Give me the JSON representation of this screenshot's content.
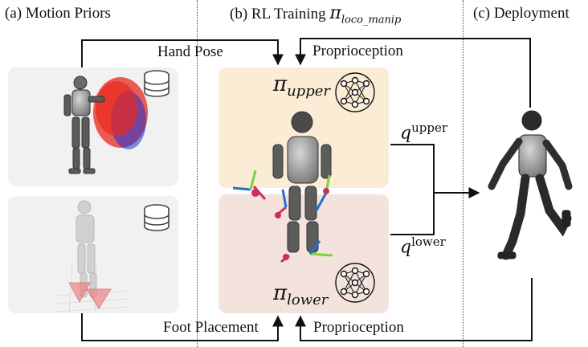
{
  "sections": {
    "motion_priors": "(a) Motion Priors",
    "rl_training_prefix": "(b) RL Training ",
    "rl_training_policy": "π",
    "rl_training_policy_sub": "loco_manip",
    "deployment": "(c) Deployment"
  },
  "flows": {
    "hand_pose": "Hand Pose",
    "foot_placement": "Foot Placement",
    "proprioception_top": "Proprioception",
    "proprioception_bottom": "Proprioception"
  },
  "policies": {
    "upper_symbol": "π",
    "upper_sub": "upper",
    "lower_symbol": "π",
    "lower_sub": "lower"
  },
  "outputs": {
    "q_upper_symbol": "q",
    "q_upper_sup": "upper",
    "q_lower_symbol": "q",
    "q_lower_sup": "lower"
  },
  "colors": {
    "upper_panel": "#fbecd6",
    "lower_panel": "#f3e3dc",
    "prior_panel": "#f1f1f1",
    "point_cloud_red": "#e8281e",
    "point_cloud_blue": "#1a2fd6",
    "foot_marker": "#f08080"
  },
  "icons": {
    "database": "database-icon",
    "network": "neural-network-icon"
  }
}
